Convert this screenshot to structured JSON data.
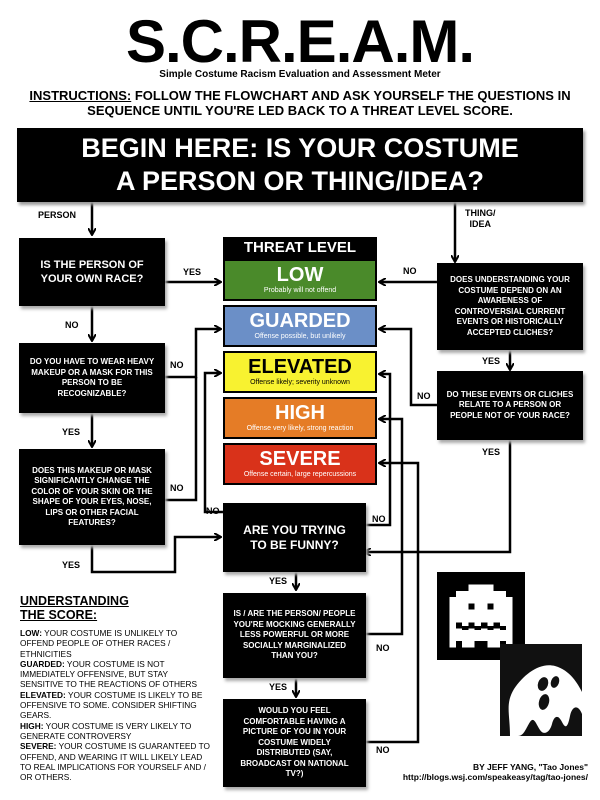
{
  "header": {
    "title": "S.C.R.E.A.M.",
    "subtitle": "Simple Costume Racism Evaluation and Assessment Meter",
    "instructions_label": "INSTRUCTIONS:",
    "instructions_text": " FOLLOW THE FLOWCHART AND ASK YOURSELF THE QUESTIONS IN SEQUENCE UNTIL YOU'RE LED BACK TO A THREAT LEVEL SCORE."
  },
  "start": {
    "line1": "BEGIN HERE: IS YOUR COSTUME",
    "line2": "A PERSON OR THING/IDEA?"
  },
  "branches": {
    "person": "PERSON",
    "thing_idea_1": "THING/",
    "thing_idea_2": "IDEA"
  },
  "questions": {
    "own_race": "IS THE PERSON OF YOUR OWN RACE?",
    "heavy_makeup": "DO YOU HAVE TO WEAR HEAVY MAKEUP OR A MASK FOR THIS PERSON TO BE RECOGNIZABLE?",
    "change_features": "DOES THIS MAKEUP OR MASK SIGNIFICANTLY CHANGE THE COLOR OF YOUR SKIN OR THE SHAPE OF YOUR EYES, NOSE, LIPS OR OTHER FACIAL FEATURES?",
    "awareness": "DOES UNDERSTANDING YOUR COSTUME DEPEND ON AN AWARENESS OF CONTROVERSIAL CURRENT EVENTS OR HISTORICALLY ACCEPTED CLICHES?",
    "relate_race": "DO THESE EVENTS OR CLICHES RELATE TO A PERSON OR PEOPLE NOT OF YOUR RACE?",
    "funny": "ARE YOU TRYING TO BE FUNNY?",
    "mocking": "IS / ARE THE PERSON/ PEOPLE  YOU'RE MOCKING GENERALLY LESS POWERFUL OR MORE SOCIALLY MARGINALIZED THAN YOU?",
    "comfortable": "WOULD YOU FEEL COMFORTABLE HAVING A PICTURE OF YOU IN YOUR COSTUME WIDELY DISTRIBUTED (SAY, BROADCAST ON NATIONAL TV?)"
  },
  "edge_labels": {
    "yes": "YES",
    "no": "NO"
  },
  "threat_level": {
    "header": "THREAT LEVEL",
    "levels": [
      {
        "name": "LOW",
        "desc": "Probably will not offend",
        "color": "#4a8a2a",
        "text_color": "#ffffff"
      },
      {
        "name": "GUARDED",
        "desc": "Offense possible, but unlikely",
        "color": "#6b8fc7",
        "text_color": "#ffffff"
      },
      {
        "name": "ELEVATED",
        "desc": "Offense likely; severity unknown",
        "color": "#f8f230",
        "text_color": "#000000"
      },
      {
        "name": "HIGH",
        "desc": "Offense very likely, strong reaction",
        "color": "#e57c26",
        "text_color": "#ffffff"
      },
      {
        "name": "SEVERE",
        "desc": "Offense certain, large repercussions",
        "color": "#d9321a",
        "text_color": "#ffffff"
      }
    ]
  },
  "understanding": {
    "heading_1": "UNDERSTANDING",
    "heading_2": "THE SCORE:",
    "items": [
      {
        "label": "LOW:",
        "text": " YOUR COSTUME IS UNLIKELY TO OFFEND PEOPLE OF OTHER RACES / ETHNICITIES"
      },
      {
        "label": "GUARDED:",
        "text": " YOUR COSTUME IS NOT IMMEDIATELY OFFENSIVE, BUT STAY SENSITIVE TO THE REACTIONS OF OTHERS"
      },
      {
        "label": "ELEVATED:",
        "text": " YOUR COSTUME IS LIKELY TO BE OFFENSIVE TO SOME. CONSIDER SHIFTING GEARS."
      },
      {
        "label": "HIGH:",
        "text": " YOUR COSTUME IS VERY LIKELY TO GENERATE CONTROVERSY"
      },
      {
        "label": "SEVERE:",
        "text": " YOUR COSTUME IS GUARANTEED TO OFFEND, AND WEARING IT WILL LIKELY LEAD TO REAL IMPLICATIONS FOR YOURSELF AND / OR OTHERS."
      }
    ]
  },
  "credit": {
    "byline": "BY JEFF YANG, \"Tao Jones\"",
    "url": "http://blogs.wsj.com/speakeasy/tag/tao-jones/"
  },
  "icons": {
    "pixel_ghost": "pixel-ghost-icon",
    "cartoon_ghost": "cartoon-ghost-icon"
  }
}
